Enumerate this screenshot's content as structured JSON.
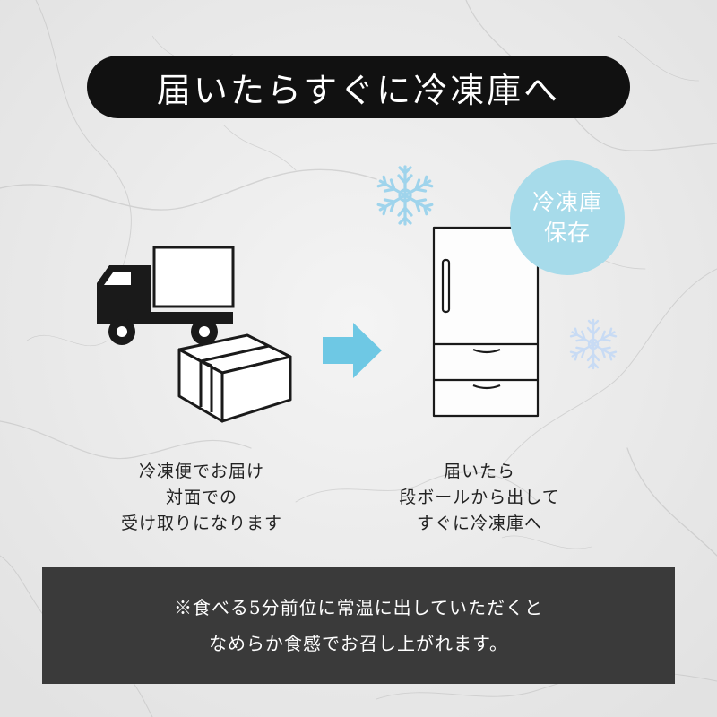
{
  "title": "届いたらすぐに冷凍庫へ",
  "badge": {
    "line1": "冷凍庫",
    "line2": "保存"
  },
  "left_caption": [
    "冷凍便でお届け",
    "対面での",
    "受け取りになります"
  ],
  "right_caption": [
    "届いたら",
    "段ボールから出して",
    "すぐに冷凍庫へ"
  ],
  "note": [
    "※食べる5分前位に常温に出していただくと",
    "なめらか食感でお召し上がれます。"
  ],
  "icons": {
    "truck": "truck-icon",
    "box": "cardboard-box-icon",
    "arrow": "arrow-right-icon",
    "fridge": "refrigerator-icon",
    "snowflake": "snowflake-icon"
  },
  "colors": {
    "accent_blue": "#a7dbea",
    "arrow_blue": "#6ec8e4",
    "snowflake_blue": "#9fd4ec",
    "title_bg": "#111111",
    "note_bg": "#3a3a3a"
  }
}
